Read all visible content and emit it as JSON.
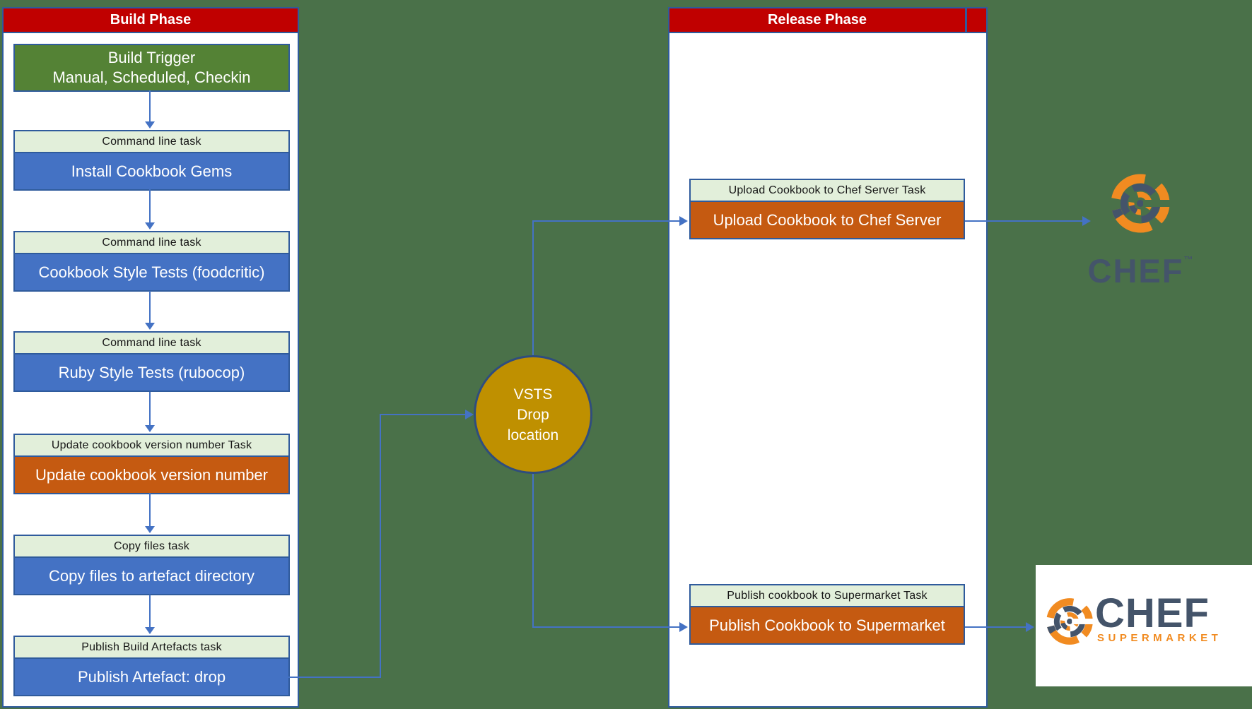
{
  "colors": {
    "background_green": "#4A7149",
    "phase_bar_red": "#C00000",
    "panel_border_blue": "#2F5B9C",
    "task_header_bg": "#E2EFDA",
    "task_body_blue": "#4472C4",
    "task_body_orange": "#C55A11",
    "trigger_green": "#548235",
    "drop_circle_gold": "#BF9000",
    "connector_blue": "#4472C4",
    "chef_slate": "#44546A",
    "chef_orange": "#F18B21"
  },
  "build_phase": {
    "title": "Build Phase",
    "trigger": {
      "line1": "Build Trigger",
      "line2": "Manual, Scheduled, Checkin"
    },
    "tasks": [
      {
        "header": "Command line task",
        "body": "Install Cookbook Gems",
        "style": "blue"
      },
      {
        "header": "Command line task",
        "body": "Cookbook Style Tests (foodcritic)",
        "style": "blue"
      },
      {
        "header": "Command line task",
        "body": "Ruby Style Tests (rubocop)",
        "style": "blue"
      },
      {
        "header": "Update cookbook version number Task",
        "body": "Update cookbook version number",
        "style": "orange"
      },
      {
        "header": "Copy files task",
        "body": "Copy files to artefact directory",
        "style": "blue"
      },
      {
        "header": "Publish Build Artefacts task",
        "body": "Publish Artefact: drop",
        "style": "blue"
      }
    ]
  },
  "drop_location": {
    "line1": "VSTS",
    "line2": "Drop",
    "line3": "location"
  },
  "release_phase": {
    "title": "Release Phase",
    "tasks": [
      {
        "header": "Upload Cookbook to Chef Server Task",
        "body": "Upload Cookbook to Chef Server",
        "style": "orange"
      },
      {
        "header": "Publish cookbook to Supermarket Task",
        "body": "Publish Cookbook to Supermarket",
        "style": "orange"
      }
    ]
  },
  "logos": {
    "chef": {
      "wordmark": "CHEF",
      "trademark": "™"
    },
    "supermarket": {
      "wordmark": "CHEF",
      "subtext": "SUPERMARKET"
    }
  }
}
